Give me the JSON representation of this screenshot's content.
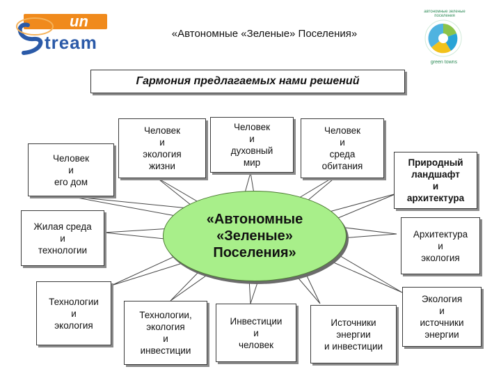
{
  "logo_left": {
    "top": "un",
    "bottom": "tream"
  },
  "title": "«Автономные «Зеленые» Поселения»",
  "banner": "Гармония предлагаемых нами решений",
  "center": [
    "«Автономные",
    "«Зеленые»",
    "Поселения»"
  ],
  "logo_right": {
    "top": "автономные зеленые поселения",
    "bottom": "green towns"
  },
  "nodes": {
    "home": [
      "Человек",
      "и",
      "его дом"
    ],
    "life": [
      "Человек",
      "и",
      "экология",
      "жизни"
    ],
    "spirit": [
      "Человек",
      "и",
      "духовный",
      "мир"
    ],
    "habitat": [
      "Человек",
      "и",
      "среда",
      "обитания"
    ],
    "landscape": [
      "Природный",
      "ландшафт",
      "и",
      "архитектура"
    ],
    "living": [
      "Жилая среда",
      "и",
      "технологии"
    ],
    "arch_eco": [
      "Архитектура",
      "и",
      "экология"
    ],
    "tech_eco": [
      "Технологии",
      "и",
      "экология"
    ],
    "tech_eco_inv": [
      "Технологии,",
      "экология",
      "и",
      "инвестиции"
    ],
    "invest": [
      "Инвестиции",
      "и",
      "человек"
    ],
    "sources": [
      "Источники",
      "энергии",
      "и  инвестиции"
    ],
    "eco_sources": [
      "Экология",
      "и",
      "источники",
      "энергии"
    ]
  },
  "colors": {
    "center_fill": "#a8ef8a",
    "logo_blue": "#2b5aa8",
    "logo_orange": "#f08a1c",
    "ray_fill": "#ffffff"
  }
}
